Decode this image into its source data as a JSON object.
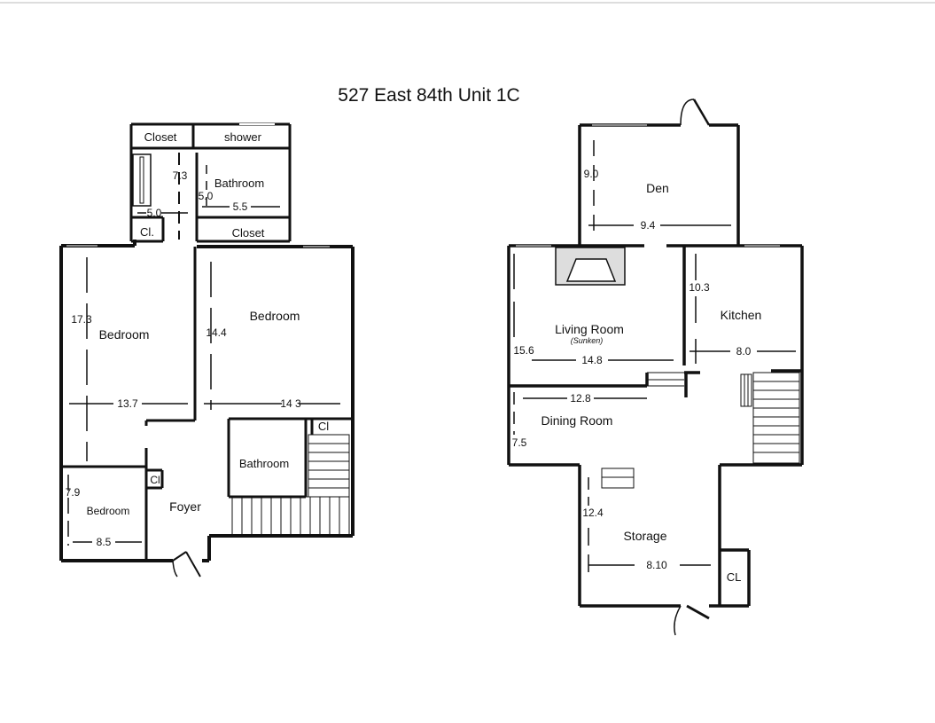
{
  "title": "527 East 84th  Unit 1C",
  "colors": {
    "wall": "#111111",
    "paper": "#ffffff",
    "ink": "#111111",
    "fixture": "#dddddd"
  },
  "left_plan": {
    "closet_top": "Closet",
    "shower": "shower",
    "bathroom_top": "Bathroom",
    "closet_mid": "Closet",
    "cl_small": "Cl.",
    "dim_hall_7_3": "7.3",
    "dim_bath_5_0": "5.0",
    "dim_bath_5_5": "5.5",
    "dim_hall_5_0": "5.0",
    "bedroom_left": "Bedroom",
    "dim_bedroom_left_17_3": "17.3",
    "dim_bedroom_left_13_7": "13.7",
    "bedroom_right": "Bedroom",
    "dim_bedroom_right_14_4": "14.4",
    "dim_bedroom_right_14_3": "14 3",
    "cl_stair": "Cl",
    "bathroom_lower": "Bathroom",
    "cl_foyer": "Cl",
    "bedroom_small": "Bedroom",
    "dim_small_7_9": "7.9",
    "dim_small_8_5": "8.5",
    "foyer": "Foyer"
  },
  "right_plan": {
    "den": "Den",
    "dim_den_9_0": "9.0",
    "dim_den_9_4": "9.4",
    "living_room": "Living Room",
    "living_sub": "(Sunken)",
    "dim_living_15_6": "15.6",
    "dim_living_14_8": "14.8",
    "kitchen": "Kitchen",
    "dim_kitchen_10_3": "10.3",
    "dim_kitchen_8_0": "8.0",
    "dining_room": "Dining Room",
    "dim_dining_12_8": "12.8",
    "dim_dining_7_5": "7.5",
    "storage": "Storage",
    "dim_storage_12_4": "12.4",
    "dim_storage_8_10": "8.10",
    "cl_storage": "CL"
  }
}
